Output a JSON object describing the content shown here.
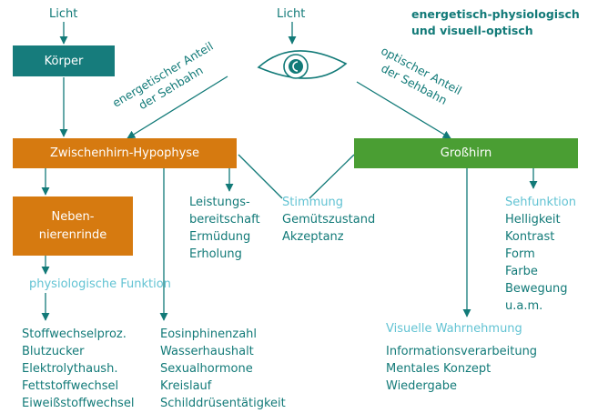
{
  "labels": {
    "licht_left": "Licht",
    "licht_center": "Licht",
    "title_line1": "energetisch-physiologisch",
    "title_line2": "und visuell-optisch",
    "energetic_line1": "energetischer Anteil",
    "energetic_line2": "der Sehbahn",
    "optical_line1": "optischer Anteil",
    "optical_line2": "der Sehbahn",
    "physiologische_funktion": "physiologische Funktion",
    "stimmung": "Stimmung",
    "sehfunktion": "Sehfunktion",
    "visuelle_wahrnehmung": "Visuelle Wahrnehmung"
  },
  "boxes": {
    "koerper": "Körper",
    "zwischenhirn": "Zwischenhirn-Hypophyse",
    "grosshirn": "Großhirn",
    "nebennierenrinde_line1": "Neben-",
    "nebennierenrinde_line2": "nierenrinde"
  },
  "lists": {
    "leistung": [
      "Leistungs-",
      "bereitschaft",
      "Ermüdung",
      "Erholung"
    ],
    "stimmung": [
      "Gemütszustand",
      "Akzeptanz"
    ],
    "sehfunktion": [
      "Helligkeit",
      "Kontrast",
      "Form",
      "Farbe",
      "Bewegung",
      "u.a.m."
    ],
    "stoffwechsel": [
      "Stoffwechselproz.",
      "Blutzucker",
      "Elektrolythaush.",
      "Fettstoffwechsel",
      "Eiweißstoffwechsel"
    ],
    "hormone": [
      "Eosinphinenzahl",
      "Wasserhaushalt",
      "Sexualhormone",
      "Kreislauf",
      "Schilddrüsentätigkeit"
    ],
    "wahrnehmung": [
      "Informationsverarbeitung",
      "Mentales Konzept",
      "Wiedergabe"
    ]
  },
  "colors": {
    "teal_text": "#127a78",
    "light_blue_text": "#62c3d3",
    "koerper_box": "#167c7c",
    "orange_box": "#d67a10",
    "green_box": "#4a9e33"
  },
  "icons": {
    "eye": "eye-icon"
  }
}
